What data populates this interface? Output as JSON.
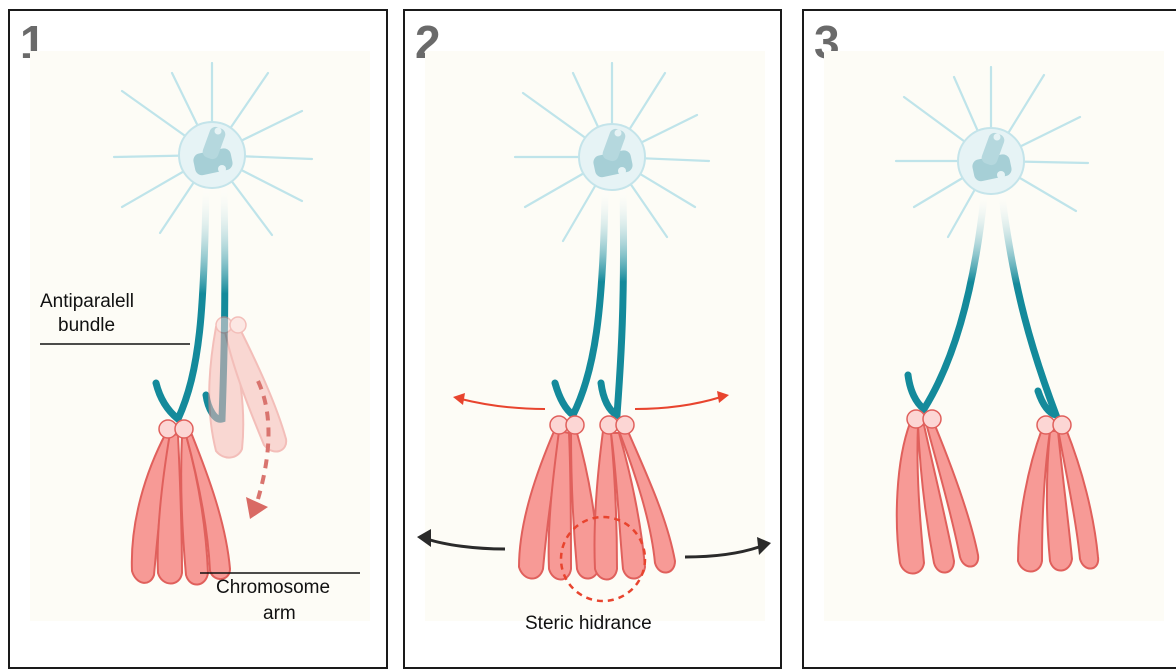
{
  "panels": [
    {
      "number": "1"
    },
    {
      "number": "2"
    },
    {
      "number": "3"
    }
  ],
  "labels": {
    "antiparallel_line1": "Antiparalell",
    "antiparallel_line2": "bundle",
    "chromosome_line1": "Chromosome",
    "chromosome_line2": "arm",
    "steric": "Steric hidrance"
  },
  "colors": {
    "microtubule": "#148a9b",
    "aster_ray": "#bfe4ea",
    "centrosome_fill": "#e6f3f5",
    "chromosome_fill": "#f79a96",
    "chromosome_stroke": "#e0605c",
    "kinetochore": "#fcd6d4",
    "ghost_chromosome": "#f6b9b6",
    "red_arrow": "#e8442e",
    "black_arrow": "#2a2a2a",
    "panel_background": "#fdfcf6"
  }
}
